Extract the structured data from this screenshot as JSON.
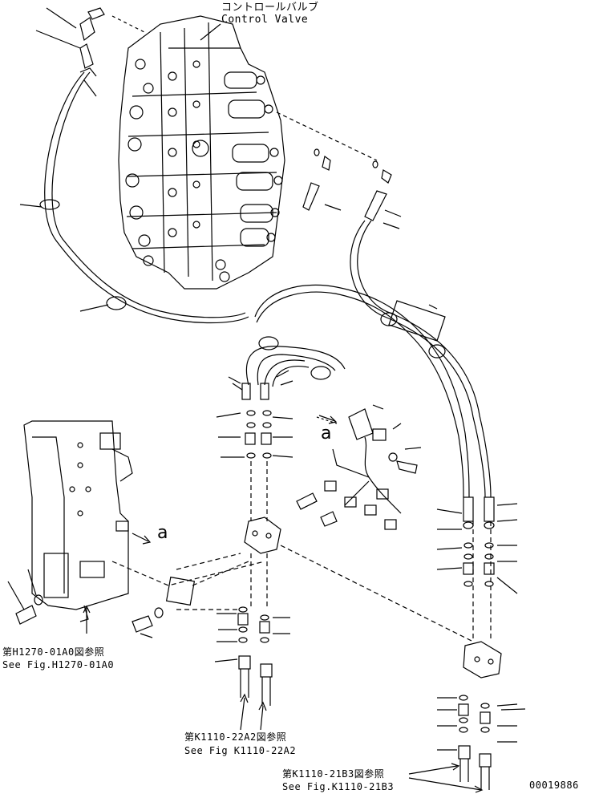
{
  "title": {
    "jp": "コントロールバルブ",
    "en": "Control Valve"
  },
  "callouts": {
    "view_a_1": "a",
    "view_a_2": "a"
  },
  "references": [
    {
      "jp": "第H1270-01A0図参照",
      "en": "See Fig.H1270-01A0"
    },
    {
      "jp": "第K1110-22A2図参照",
      "en": "See Fig K1110-22A2"
    },
    {
      "jp": "第K1110-21B3図参照",
      "en": "See Fig.K1110-21B3"
    }
  ],
  "drawing_number": "00019886"
}
